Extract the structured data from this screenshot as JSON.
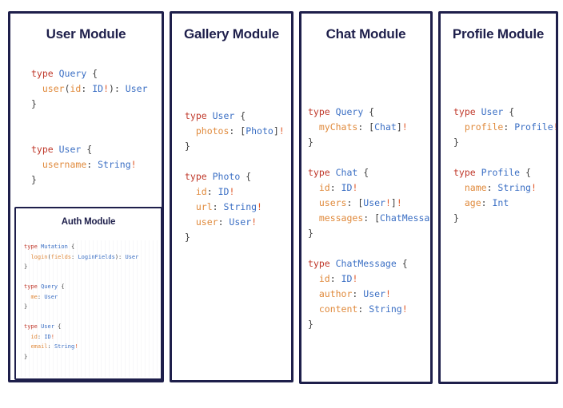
{
  "page": {
    "background": "#ffffff",
    "accent": "#1e1f4b",
    "colors": {
      "border": "#1e1f4b",
      "title": "#1e1f4b",
      "keyword": "#c0392b",
      "type_name": "#3b6fc4",
      "field_name": "#e08a3c",
      "punctuation": "#3d3d3d",
      "bang": "#e05a2b"
    }
  },
  "modules": [
    {
      "id": "user",
      "title": "User Module",
      "code_lines": [
        [
          {
            "t": "type ",
            "c": "kw"
          },
          {
            "t": "Query",
            "c": "type"
          },
          {
            "t": " {",
            "c": "pun"
          }
        ],
        [
          {
            "t": "  ",
            "c": "pun"
          },
          {
            "t": "user",
            "c": "fld"
          },
          {
            "t": "(",
            "c": "pun"
          },
          {
            "t": "id",
            "c": "fld"
          },
          {
            "t": ": ",
            "c": "pun"
          },
          {
            "t": "ID",
            "c": "type"
          },
          {
            "t": "!",
            "c": "bang"
          },
          {
            "t": "): ",
            "c": "pun"
          },
          {
            "t": "User",
            "c": "type"
          }
        ],
        [
          {
            "t": "}",
            "c": "pun"
          }
        ],
        [
          {
            "t": "",
            "c": "pun"
          }
        ],
        [
          {
            "t": "",
            "c": "pun"
          }
        ],
        [
          {
            "t": "type ",
            "c": "kw"
          },
          {
            "t": "User",
            "c": "type"
          },
          {
            "t": " {",
            "c": "pun"
          }
        ],
        [
          {
            "t": "  ",
            "c": "pun"
          },
          {
            "t": "username",
            "c": "fld"
          },
          {
            "t": ": ",
            "c": "pun"
          },
          {
            "t": "String",
            "c": "type"
          },
          {
            "t": "!",
            "c": "bang"
          }
        ],
        [
          {
            "t": "}",
            "c": "pun"
          }
        ]
      ],
      "nested": {
        "id": "auth",
        "title": "Auth Module",
        "code_lines": [
          [
            {
              "t": "type ",
              "c": "kw"
            },
            {
              "t": "Mutation",
              "c": "type"
            },
            {
              "t": " {",
              "c": "pun"
            }
          ],
          [
            {
              "t": "  ",
              "c": "pun"
            },
            {
              "t": "login",
              "c": "fld"
            },
            {
              "t": "(",
              "c": "pun"
            },
            {
              "t": "fields",
              "c": "fld"
            },
            {
              "t": ": ",
              "c": "pun"
            },
            {
              "t": "LoginFields",
              "c": "type"
            },
            {
              "t": "): ",
              "c": "pun"
            },
            {
              "t": "User",
              "c": "type"
            }
          ],
          [
            {
              "t": "}",
              "c": "pun"
            }
          ],
          [
            {
              "t": "",
              "c": "pun"
            }
          ],
          [
            {
              "t": "type ",
              "c": "kw"
            },
            {
              "t": "Query",
              "c": "type"
            },
            {
              "t": " {",
              "c": "pun"
            }
          ],
          [
            {
              "t": "  ",
              "c": "pun"
            },
            {
              "t": "me",
              "c": "fld"
            },
            {
              "t": ": ",
              "c": "pun"
            },
            {
              "t": "User",
              "c": "type"
            }
          ],
          [
            {
              "t": "}",
              "c": "pun"
            }
          ],
          [
            {
              "t": "",
              "c": "pun"
            }
          ],
          [
            {
              "t": "type ",
              "c": "kw"
            },
            {
              "t": "User",
              "c": "type"
            },
            {
              "t": " {",
              "c": "pun"
            }
          ],
          [
            {
              "t": "  ",
              "c": "pun"
            },
            {
              "t": "id",
              "c": "fld"
            },
            {
              "t": ": ",
              "c": "pun"
            },
            {
              "t": "ID",
              "c": "type"
            },
            {
              "t": "!",
              "c": "bang"
            }
          ],
          [
            {
              "t": "  ",
              "c": "pun"
            },
            {
              "t": "email",
              "c": "fld"
            },
            {
              "t": ": ",
              "c": "pun"
            },
            {
              "t": "String",
              "c": "type"
            },
            {
              "t": "!",
              "c": "bang"
            }
          ],
          [
            {
              "t": "}",
              "c": "pun"
            }
          ]
        ]
      }
    },
    {
      "id": "gallery",
      "title": "Gallery Module",
      "code_lines": [
        [
          {
            "t": "type ",
            "c": "kw"
          },
          {
            "t": "User",
            "c": "type"
          },
          {
            "t": " {",
            "c": "pun"
          }
        ],
        [
          {
            "t": "  ",
            "c": "pun"
          },
          {
            "t": "photos",
            "c": "fld"
          },
          {
            "t": ": [",
            "c": "pun"
          },
          {
            "t": "Photo",
            "c": "type"
          },
          {
            "t": "]",
            "c": "pun"
          },
          {
            "t": "!",
            "c": "bang"
          }
        ],
        [
          {
            "t": "}",
            "c": "pun"
          }
        ],
        [
          {
            "t": "",
            "c": "pun"
          }
        ],
        [
          {
            "t": "type ",
            "c": "kw"
          },
          {
            "t": "Photo",
            "c": "type"
          },
          {
            "t": " {",
            "c": "pun"
          }
        ],
        [
          {
            "t": "  ",
            "c": "pun"
          },
          {
            "t": "id",
            "c": "fld"
          },
          {
            "t": ": ",
            "c": "pun"
          },
          {
            "t": "ID",
            "c": "type"
          },
          {
            "t": "!",
            "c": "bang"
          }
        ],
        [
          {
            "t": "  ",
            "c": "pun"
          },
          {
            "t": "url",
            "c": "fld"
          },
          {
            "t": ": ",
            "c": "pun"
          },
          {
            "t": "String",
            "c": "type"
          },
          {
            "t": "!",
            "c": "bang"
          }
        ],
        [
          {
            "t": "  ",
            "c": "pun"
          },
          {
            "t": "user",
            "c": "fld"
          },
          {
            "t": ": ",
            "c": "pun"
          },
          {
            "t": "User",
            "c": "type"
          },
          {
            "t": "!",
            "c": "bang"
          }
        ],
        [
          {
            "t": "}",
            "c": "pun"
          }
        ]
      ]
    },
    {
      "id": "chat",
      "title": "Chat Module",
      "code_lines": [
        [
          {
            "t": "type ",
            "c": "kw"
          },
          {
            "t": "Query",
            "c": "type"
          },
          {
            "t": " {",
            "c": "pun"
          }
        ],
        [
          {
            "t": "  ",
            "c": "pun"
          },
          {
            "t": "myChats",
            "c": "fld"
          },
          {
            "t": ": [",
            "c": "pun"
          },
          {
            "t": "Chat",
            "c": "type"
          },
          {
            "t": "]",
            "c": "pun"
          },
          {
            "t": "!",
            "c": "bang"
          }
        ],
        [
          {
            "t": "}",
            "c": "pun"
          }
        ],
        [
          {
            "t": "",
            "c": "pun"
          }
        ],
        [
          {
            "t": "type ",
            "c": "kw"
          },
          {
            "t": "Chat",
            "c": "type"
          },
          {
            "t": " {",
            "c": "pun"
          }
        ],
        [
          {
            "t": "  ",
            "c": "pun"
          },
          {
            "t": "id",
            "c": "fld"
          },
          {
            "t": ": ",
            "c": "pun"
          },
          {
            "t": "ID",
            "c": "type"
          },
          {
            "t": "!",
            "c": "bang"
          }
        ],
        [
          {
            "t": "  ",
            "c": "pun"
          },
          {
            "t": "users",
            "c": "fld"
          },
          {
            "t": ": [",
            "c": "pun"
          },
          {
            "t": "User",
            "c": "type"
          },
          {
            "t": "!",
            "c": "bang"
          },
          {
            "t": "]",
            "c": "pun"
          },
          {
            "t": "!",
            "c": "bang"
          }
        ],
        [
          {
            "t": "  ",
            "c": "pun"
          },
          {
            "t": "messages",
            "c": "fld"
          },
          {
            "t": ": [",
            "c": "pun"
          },
          {
            "t": "ChatMessage",
            "c": "type"
          },
          {
            "t": "]",
            "c": "pun"
          },
          {
            "t": "!",
            "c": "bang"
          }
        ],
        [
          {
            "t": "}",
            "c": "pun"
          }
        ],
        [
          {
            "t": "",
            "c": "pun"
          }
        ],
        [
          {
            "t": "type ",
            "c": "kw"
          },
          {
            "t": "ChatMessage",
            "c": "type"
          },
          {
            "t": " {",
            "c": "pun"
          }
        ],
        [
          {
            "t": "  ",
            "c": "pun"
          },
          {
            "t": "id",
            "c": "fld"
          },
          {
            "t": ": ",
            "c": "pun"
          },
          {
            "t": "ID",
            "c": "type"
          },
          {
            "t": "!",
            "c": "bang"
          }
        ],
        [
          {
            "t": "  ",
            "c": "pun"
          },
          {
            "t": "author",
            "c": "fld"
          },
          {
            "t": ": ",
            "c": "pun"
          },
          {
            "t": "User",
            "c": "type"
          },
          {
            "t": "!",
            "c": "bang"
          }
        ],
        [
          {
            "t": "  ",
            "c": "pun"
          },
          {
            "t": "content",
            "c": "fld"
          },
          {
            "t": ": ",
            "c": "pun"
          },
          {
            "t": "String",
            "c": "type"
          },
          {
            "t": "!",
            "c": "bang"
          }
        ],
        [
          {
            "t": "}",
            "c": "pun"
          }
        ]
      ]
    },
    {
      "id": "profile",
      "title": "Profile Module",
      "code_lines": [
        [
          {
            "t": "type ",
            "c": "kw"
          },
          {
            "t": "User",
            "c": "type"
          },
          {
            "t": " {",
            "c": "pun"
          }
        ],
        [
          {
            "t": "  ",
            "c": "pun"
          },
          {
            "t": "profile",
            "c": "fld"
          },
          {
            "t": ": ",
            "c": "pun"
          },
          {
            "t": "Profile",
            "c": "type"
          },
          {
            "t": "!",
            "c": "bang"
          }
        ],
        [
          {
            "t": "}",
            "c": "pun"
          }
        ],
        [
          {
            "t": "",
            "c": "pun"
          }
        ],
        [
          {
            "t": "type ",
            "c": "kw"
          },
          {
            "t": "Profile",
            "c": "type"
          },
          {
            "t": " {",
            "c": "pun"
          }
        ],
        [
          {
            "t": "  ",
            "c": "pun"
          },
          {
            "t": "name",
            "c": "fld"
          },
          {
            "t": ": ",
            "c": "pun"
          },
          {
            "t": "String",
            "c": "type"
          },
          {
            "t": "!",
            "c": "bang"
          }
        ],
        [
          {
            "t": "  ",
            "c": "pun"
          },
          {
            "t": "age",
            "c": "fld"
          },
          {
            "t": ": ",
            "c": "pun"
          },
          {
            "t": "Int",
            "c": "type"
          }
        ],
        [
          {
            "t": "}",
            "c": "pun"
          }
        ]
      ]
    }
  ]
}
